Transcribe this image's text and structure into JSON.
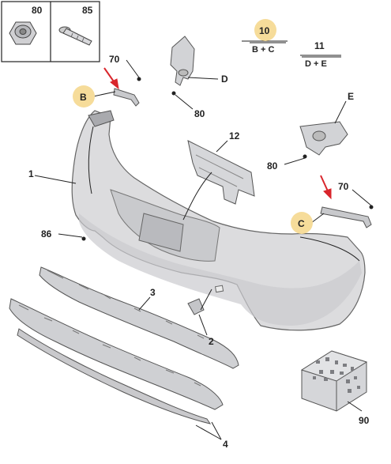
{
  "inset": {
    "left_ref": "80",
    "right_ref": "85"
  },
  "callouts": {
    "ref_70_top": "70",
    "ref_b": "B",
    "ref_d": "D",
    "ref_80_mid": "80",
    "ref_10": "10",
    "ref_b_plus_c": "B + C",
    "ref_11": "11",
    "ref_d_plus_e": "D + E",
    "ref_e": "E",
    "ref_12": "12",
    "ref_80_right": "80",
    "ref_1": "1",
    "ref_70_right": "70",
    "ref_c": "C",
    "ref_86": "86",
    "ref_3": "3",
    "ref_2": "2",
    "ref_90": "90",
    "ref_4": "4"
  },
  "colors": {
    "badge_fill": "#f6dc9a",
    "arrow_red": "#d9262c",
    "bumper_fill": "#dcdcde",
    "bumper_shade": "#bfc0c4",
    "strip_fill": "#c9c9cc"
  }
}
